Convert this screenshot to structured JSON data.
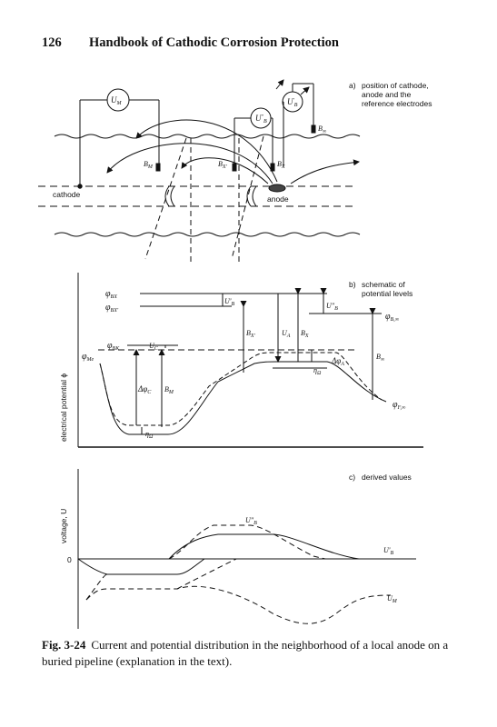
{
  "header": {
    "page_number": "126",
    "book_title": "Handbook of Cathodic Corrosion Protection"
  },
  "panel_a": {
    "caption_lines": [
      "position of cathode,",
      "anode and the",
      "reference electrodes"
    ],
    "caption_letter": "a)",
    "meter_left": "U",
    "meter_left_sub": "M",
    "meter_mid": "U",
    "meter_mid_sup": "'",
    "meter_mid_sub": "B",
    "meter_right": "U",
    "meter_right_sup": "\"",
    "meter_right_sub": "B",
    "electrodes": {
      "bm": "B",
      "bm_sub": "M",
      "bx1": "B",
      "bx1_sub": "X'",
      "bx": "B",
      "bx_sub": "X",
      "binf": "B",
      "binf_sub": "∞"
    },
    "cathode": "cathode",
    "anode": "anode"
  },
  "panel_b": {
    "caption_letter": "b)",
    "caption_lines": [
      "schematic of",
      "potential levels"
    ],
    "y_axis_label": "electrical potential  ϕ",
    "phi_bx": "φ",
    "phi_bx_sub": "BX",
    "phi_bx1": "φ",
    "phi_bx1_sub": "BX'",
    "phi_bk": "φ",
    "phi_bk_sub": "BK",
    "phi_me": "φ",
    "phi_me_sub": "Me",
    "phi_binf": "φ",
    "phi_binf_sub": "B,∞",
    "phi_finf": "φ",
    "phi_finf_sub": "F,∞",
    "ub_prime": "U'",
    "ub_prime_sub": "B",
    "ub_pprime": "U\"",
    "ub_pprime_sub": "B",
    "uc": "U",
    "uc_sub": "C",
    "ua": "U",
    "ua_sub": "A",
    "bx": "B",
    "bx_sub": "X",
    "bx1": "B",
    "bx1_sub": "X'",
    "bm": "B",
    "bm_sub": "M",
    "binf": "B",
    "binf_sub": "∞",
    "dphi_c": "Δφ",
    "dphi_c_sub": "C",
    "dphi_a": "Δφ",
    "dphi_a_sub": "A",
    "eta_a": "η",
    "eta_a_sub": "Ω",
    "eta_c": "η",
    "eta_c_sub": "Ω"
  },
  "panel_c": {
    "caption_letter": "c)",
    "caption_text": "derived values",
    "y_axis_label": "voltage, U",
    "zero": "0",
    "ub_pprime": "U\"",
    "ub_pprime_sub": "B",
    "ub_prime": "U'",
    "ub_prime_sub": "B",
    "um": "U",
    "um_sub": "M"
  },
  "caption": {
    "figure_number": "Fig. 3-24",
    "text": "Current and potential distribution in the neighborhood of a local anode on a buried pipeline (explanation in the text)."
  }
}
